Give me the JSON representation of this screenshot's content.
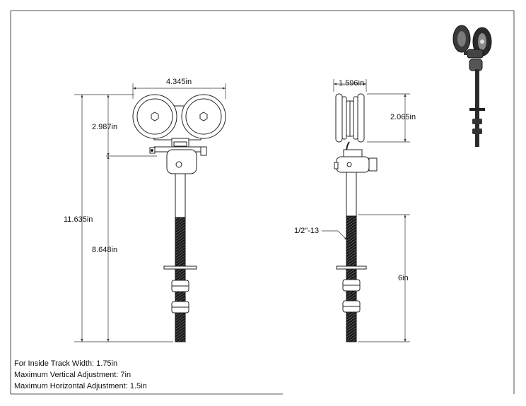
{
  "dimensions": {
    "front_width": "4.345in",
    "wheel_height": "2.987in",
    "overall_height": "11.635in",
    "rod_length": "8.648in",
    "side_width": "1.596in",
    "side_wheel_height": "2.065in",
    "thread": "1/2\"-13",
    "thread_length": "6in"
  },
  "notes": {
    "track_width": "For Inside Track Width: 1.75in",
    "vertical_adjustment": "Maximum Vertical Adjustment: 7in",
    "horizontal_adjustment": "Maximum Horizontal Adjustment: 1.5in"
  },
  "colors": {
    "line": "#222222",
    "dim_line": "#333333",
    "thread": "#1a1a1a",
    "photo_dark": "#2b2b2b"
  }
}
